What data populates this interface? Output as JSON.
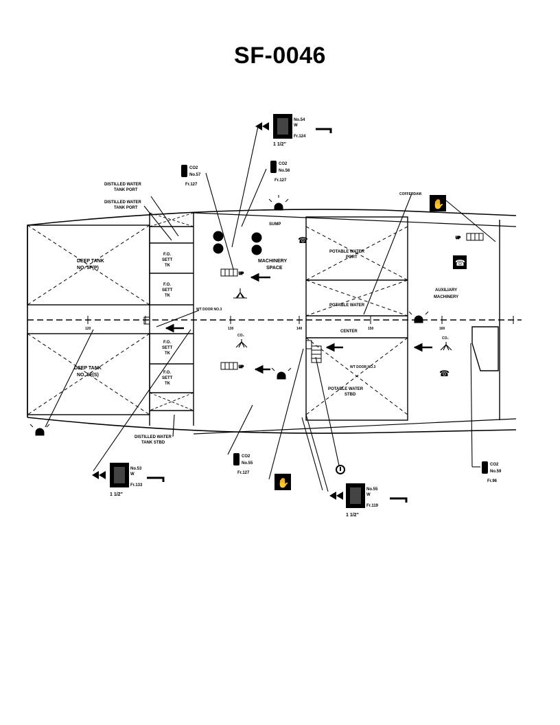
{
  "title": "SF-0046",
  "labels": {
    "distilled_water_tank_port": [
      "DISTILLED WATER",
      "TANK PORT"
    ],
    "distilled_water_tank_stbd": [
      "DISTILLED WATER",
      "TANK STBD"
    ],
    "deep_tank_port": [
      "DEEP TANK",
      "NO. 5F(P)"
    ],
    "deep_tank_stbd": [
      "DEEP TANK",
      "NO. 5F(S)"
    ],
    "fo_sett_port_1": [
      "F.O.",
      "SETT",
      "TK"
    ],
    "fo_sett_port_2": [
      "F.O.",
      "SETT",
      "TK"
    ],
    "fo_sett_stbd_1": [
      "F.O.",
      "SETT",
      "TK"
    ],
    "fo_sett_stbd_2": [
      "F.O.",
      "SETT",
      "TK"
    ],
    "machinery_space": [
      "MACHINERY",
      "SPACE"
    ],
    "potable_water_port": [
      "POTABLE WATER",
      "PORT"
    ],
    "potable_water_center": [
      "POTABLE WATER",
      "CENTER"
    ],
    "potable_water_stbd": [
      "POTABLE WATER",
      "STBD"
    ],
    "auxiliary_machinery": [
      "AUXILIARY",
      "MACHINERY"
    ],
    "wt_door_top": "WT DOOR NO.3",
    "wt_door_bottom": "WT DOOR NO.3",
    "sump": "SUMP",
    "up": "UP",
    "cofferdam": "COFFERDAM",
    "frame_ticks": [
      "120",
      "130",
      "140",
      "150",
      "160"
    ]
  },
  "hydrants": [
    {
      "id": "No.54",
      "line2": "W",
      "frame": "Fr.124",
      "size": "1 1/2\""
    },
    {
      "id": "No.53",
      "line2": "W",
      "frame": "Fr.133",
      "size": "1 1/2\""
    },
    {
      "id": "No.55",
      "line2": "W",
      "frame": "Fr.119",
      "size": "1 1/2\""
    }
  ],
  "extinguishers": [
    {
      "agent": "CO2",
      "id": "No.57",
      "frame": "Fr.127"
    },
    {
      "agent": "CO2",
      "id": "No.56",
      "frame": "Fr.127"
    },
    {
      "agent": "CO2",
      "id": "No.55",
      "frame": "Fr.127"
    },
    {
      "agent": "CO2",
      "id": "No.59",
      "frame": "Fr.96"
    }
  ]
}
